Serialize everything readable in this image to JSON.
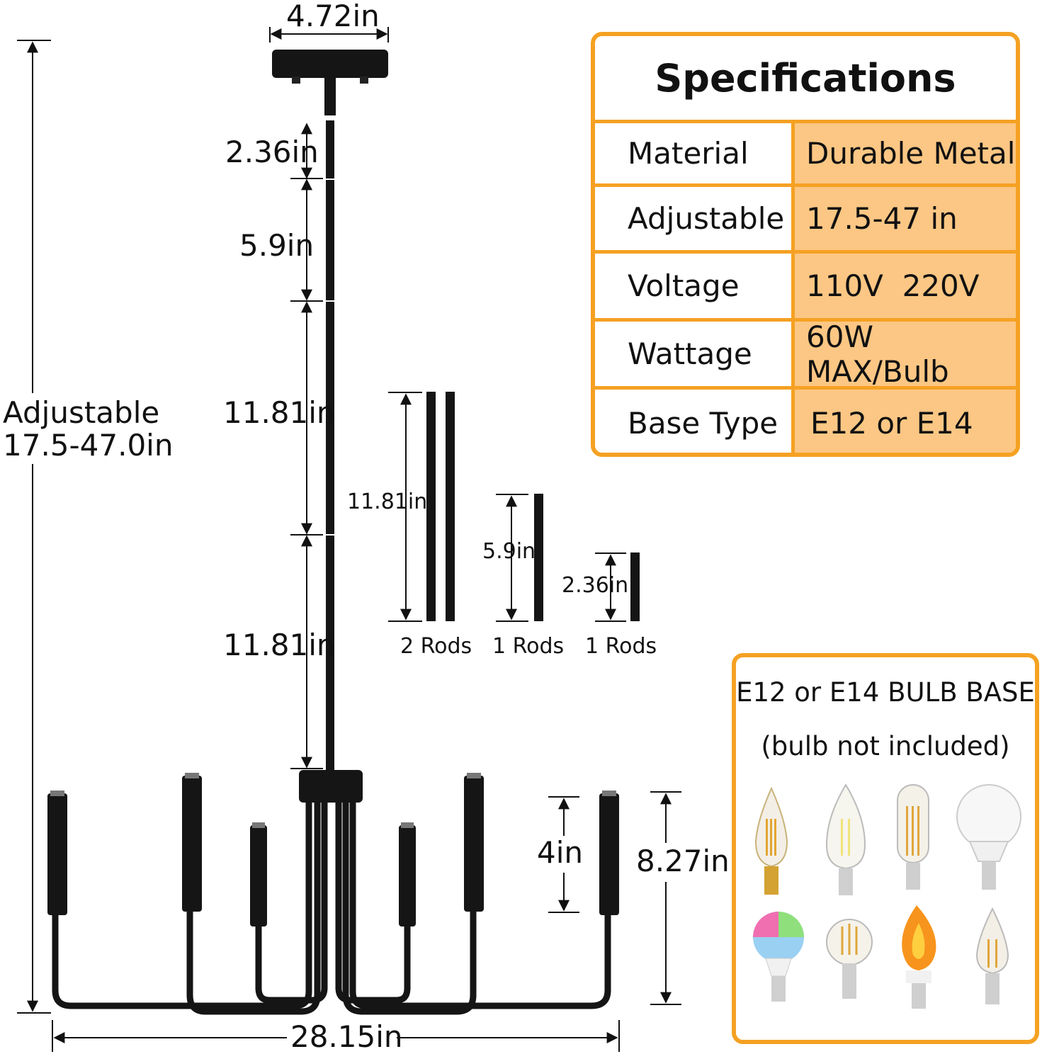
{
  "dimensions": {
    "canopy_width": "4.72in",
    "rod_2_36": "2.36in",
    "rod_5_9": "5.9in",
    "rod_11_81_a": "11.81in",
    "rod_11_81_b": "11.81in",
    "adjustable_label": "Adjustable",
    "adjustable_range": "17.5-47.0in",
    "arm_height": "4in",
    "body_height": "8.27in",
    "total_width": "28.15in"
  },
  "rods": [
    {
      "length": "11.81in",
      "count": "2 Rods"
    },
    {
      "length": "5.9in",
      "count": "1 Rods"
    },
    {
      "length": "2.36in",
      "count": "1 Rods"
    }
  ],
  "specifications": {
    "title": "Specifications",
    "rows": [
      {
        "key": "Material",
        "value": "Durable Metal"
      },
      {
        "key": "Adjustable",
        "value": "17.5-47 in"
      },
      {
        "key": "Voltage",
        "value": "110V  220V"
      },
      {
        "key": "Wattage",
        "value": "60W MAX/Bulb"
      },
      {
        "key": "Base Type",
        "value": "E12 or E14"
      }
    ]
  },
  "bulb_base": {
    "title": "E12 or E14 BULB BASE",
    "subtitle": "(bulb not included)",
    "bulbs": [
      "candle-flame-tip-bulb",
      "candle-bulb",
      "tubular-bulb",
      "globe-led-bulb",
      "rgb-led-bulb",
      "round-filament-bulb",
      "flame-effect-bulb",
      "bent-tip-candle-bulb"
    ]
  },
  "colors": {
    "accent_border": "#f5a123",
    "value_fill": "#fcc784",
    "fixture": "#111111"
  }
}
